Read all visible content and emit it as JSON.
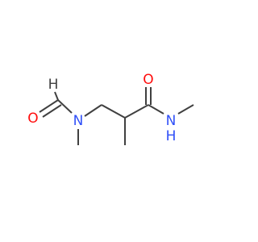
{
  "molecule": {
    "atom_colors": {
      "C": "#404040",
      "O": "#ff0d0d",
      "N": "#3050f8",
      "H": "#404040"
    },
    "labels": {
      "formyl_h": "H",
      "formyl_o": "O",
      "amine_n": "N",
      "amide_o": "O",
      "amide_n": "N",
      "amide_h": "H"
    }
  }
}
